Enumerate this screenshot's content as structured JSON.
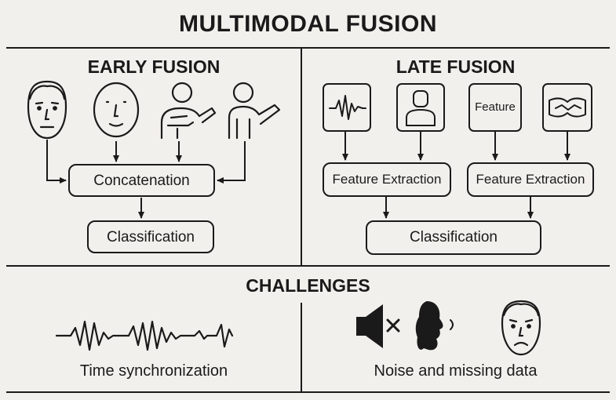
{
  "title": "MULTIMODAL FUSION",
  "early_fusion": {
    "heading": "EARLY FUSION",
    "inputs": [
      "face-icon",
      "smiling-face-icon",
      "person-pointing-icon",
      "person-gesturing-icon"
    ],
    "concat_label": "Concatenation",
    "classify_label": "Classification"
  },
  "late_fusion": {
    "heading": "LATE FUSION",
    "inputs": [
      "waveform-icon",
      "person-icon",
      "Feature",
      "gesture-icon"
    ],
    "feature_input_label": "Feature",
    "extract_left_label": "Feature Extraction",
    "extract_right_label": "Feature Extraction",
    "classify_label": "Classification"
  },
  "challenges": {
    "heading": "CHALLENGES",
    "left_caption": "Time synchronization",
    "right_caption": "Noise and missing data",
    "left_icon": "signal-waveform-icon",
    "right_icons": [
      "muted-speaker-icon",
      "speaking-head-icon",
      "sad-face-icon"
    ]
  }
}
